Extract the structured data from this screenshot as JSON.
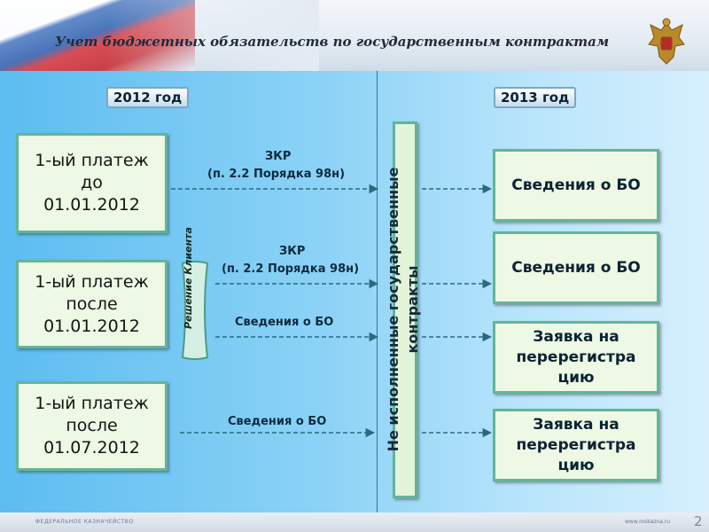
{
  "header": {
    "title": "Учет бюджетных обязательств  по государственным контрактам"
  },
  "years": {
    "left": "2012 год",
    "right": "2013 год"
  },
  "left_boxes": [
    {
      "lines": [
        "1-ый платеж",
        "до",
        "01.01.2012"
      ]
    },
    {
      "lines": [
        "1-ый платеж",
        "после",
        "01.01.2012"
      ]
    },
    {
      "lines": [
        "1-ый платеж",
        "после",
        "01.07.2012"
      ]
    }
  ],
  "client_decision": "Решение Клиента",
  "center_bar": "Не исполненные государственные контракты",
  "edge_labels": {
    "zkr_1": "ЗКР",
    "ref_1": "(п. 2.2 Порядка 98н)",
    "zkr_2": "ЗКР",
    "ref_2": "(п. 2.2 Порядка 98н)",
    "info_1": "Сведения о БО",
    "info_2": "Сведения о БО"
  },
  "right_boxes": [
    {
      "lines": [
        "Сведения о БО"
      ]
    },
    {
      "lines": [
        "Сведения о БО"
      ]
    },
    {
      "lines": [
        "Заявка на",
        "перерегистра",
        "цию"
      ]
    },
    {
      "lines": [
        "Заявка на",
        "перерегистра",
        "цию"
      ]
    }
  ],
  "footer": {
    "org": "ФЕДЕРАЛЬНОЕ КАЗНАЧЕЙСТВО",
    "site": "www.roskazna.ru",
    "page": "2"
  },
  "colors": {
    "box_border": "#63b597",
    "box_fill": "#edf8e5",
    "background_start": "#5cbdf0",
    "background_end": "#d6f0fd",
    "arrow": "#2a6a7e"
  }
}
